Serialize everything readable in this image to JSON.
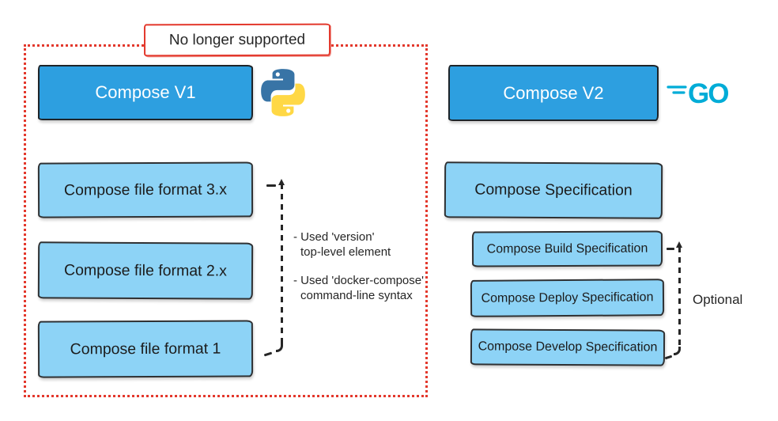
{
  "banner": {
    "label": "No longer supported"
  },
  "left_column": {
    "header": "Compose V1",
    "runtime_icon": "python-logo",
    "boxes": [
      "Compose file format 3.x",
      "Compose file format 2.x",
      "Compose file format 1"
    ],
    "notes": [
      {
        "line1": "- Used 'version'",
        "line2": "top-level element"
      },
      {
        "line1": "- Used 'docker-compose'",
        "line2": "command-line syntax"
      }
    ]
  },
  "right_column": {
    "header": "Compose V2",
    "runtime_icon": "go-logo",
    "go_text": "GO",
    "spec_box": "Compose Specification",
    "sub_boxes": [
      "Compose Build Specification",
      "Compose Deploy Specification",
      "Compose Develop Specification"
    ],
    "bracket_label": "Optional"
  },
  "colors": {
    "header-blue": "#2D9FE0",
    "light-blue": "#8DD3F6",
    "ink": "#262626",
    "red": "#E3382C",
    "go-teal": "#00ACD7",
    "python-blue": "#3874A6",
    "python-yellow": "#FFD845"
  }
}
